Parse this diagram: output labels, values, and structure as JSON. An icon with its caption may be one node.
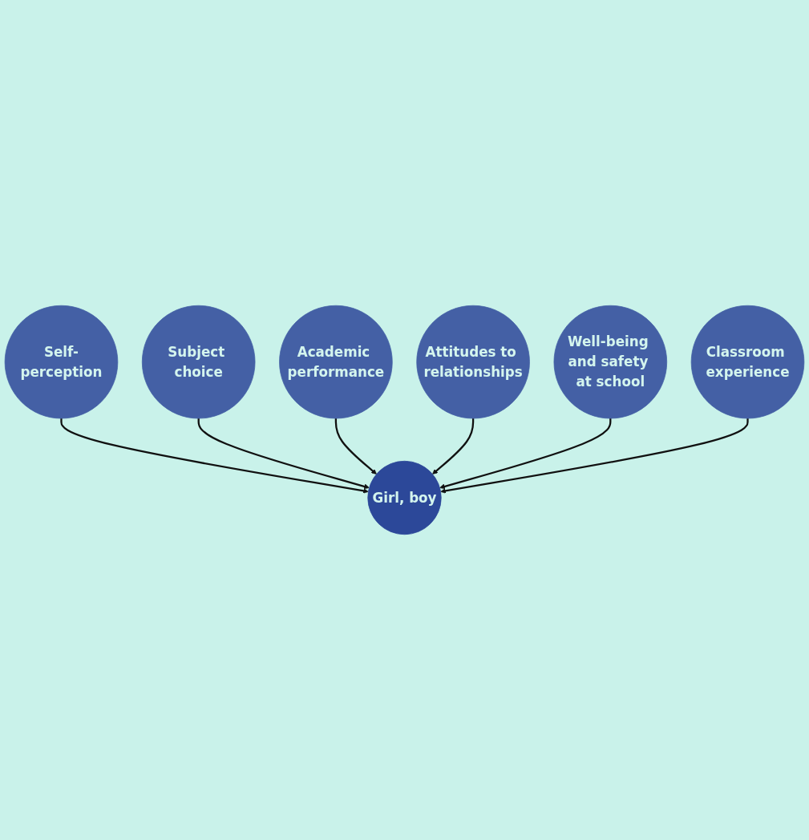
{
  "diagram": {
    "nodes": [
      {
        "text": [
          "Self-perception"
        ]
      },
      {
        "text": [
          "Subject choice"
        ]
      },
      {
        "text": [
          "Academic performance"
        ]
      },
      {
        "text": [
          "Girl, boy"
        ]
      },
      {
        "text": [
          "Attitudes to relationships"
        ]
      },
      {
        "text": [
          "Well-being and safety at school"
        ]
      },
      {
        "text": [
          "Classroom experience"
        ]
      }
    ],
    "edges": [
      {
        "from": 0,
        "to": 3,
        "arrow": "to"
      },
      {
        "from": 1,
        "to": 3,
        "arrow": "to"
      },
      {
        "from": 2,
        "to": 3,
        "arrow": "to"
      },
      {
        "from": 4,
        "to": 3,
        "arrow": "to"
      },
      {
        "from": 5,
        "to": 3,
        "arrow": "to"
      },
      {
        "from": 6,
        "to": 3,
        "arrow": "to"
      }
    ]
  }
}
